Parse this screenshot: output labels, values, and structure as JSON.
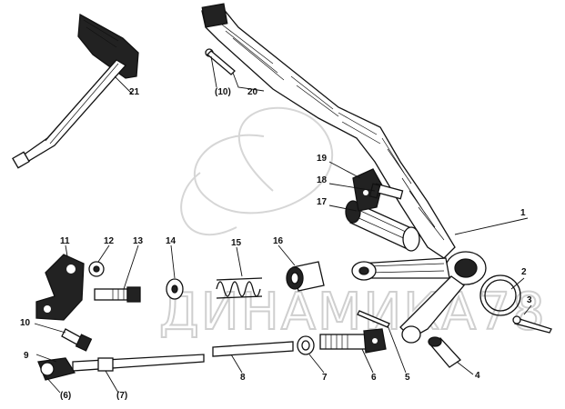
{
  "watermark": {
    "text": "ДИНАМИКА78",
    "color": "#cfcfcf"
  },
  "corner_mark": "",
  "colors": {
    "ink": "#111111",
    "paper": "#ffffff"
  },
  "callouts": [
    {
      "id": "1",
      "label": "1"
    },
    {
      "id": "2",
      "label": "2"
    },
    {
      "id": "3",
      "label": "3"
    },
    {
      "id": "4",
      "label": "4"
    },
    {
      "id": "5",
      "label": "5"
    },
    {
      "id": "6",
      "label": "6"
    },
    {
      "id": "7",
      "label": "7"
    },
    {
      "id": "8",
      "label": "8"
    },
    {
      "id": "9",
      "label": "9"
    },
    {
      "id": "10a",
      "label": "10"
    },
    {
      "id": "11",
      "label": "11"
    },
    {
      "id": "12",
      "label": "12"
    },
    {
      "id": "13",
      "label": "13"
    },
    {
      "id": "14",
      "label": "14"
    },
    {
      "id": "15",
      "label": "15"
    },
    {
      "id": "16",
      "label": "16"
    },
    {
      "id": "17",
      "label": "17"
    },
    {
      "id": "18",
      "label": "18"
    },
    {
      "id": "19",
      "label": "19"
    },
    {
      "id": "20",
      "label": "20"
    },
    {
      "id": "21",
      "label": "21"
    },
    {
      "id": "10b",
      "label": "(10)"
    },
    {
      "id": "6b",
      "label": "(6)"
    },
    {
      "id": "7b",
      "label": "(7)"
    }
  ]
}
